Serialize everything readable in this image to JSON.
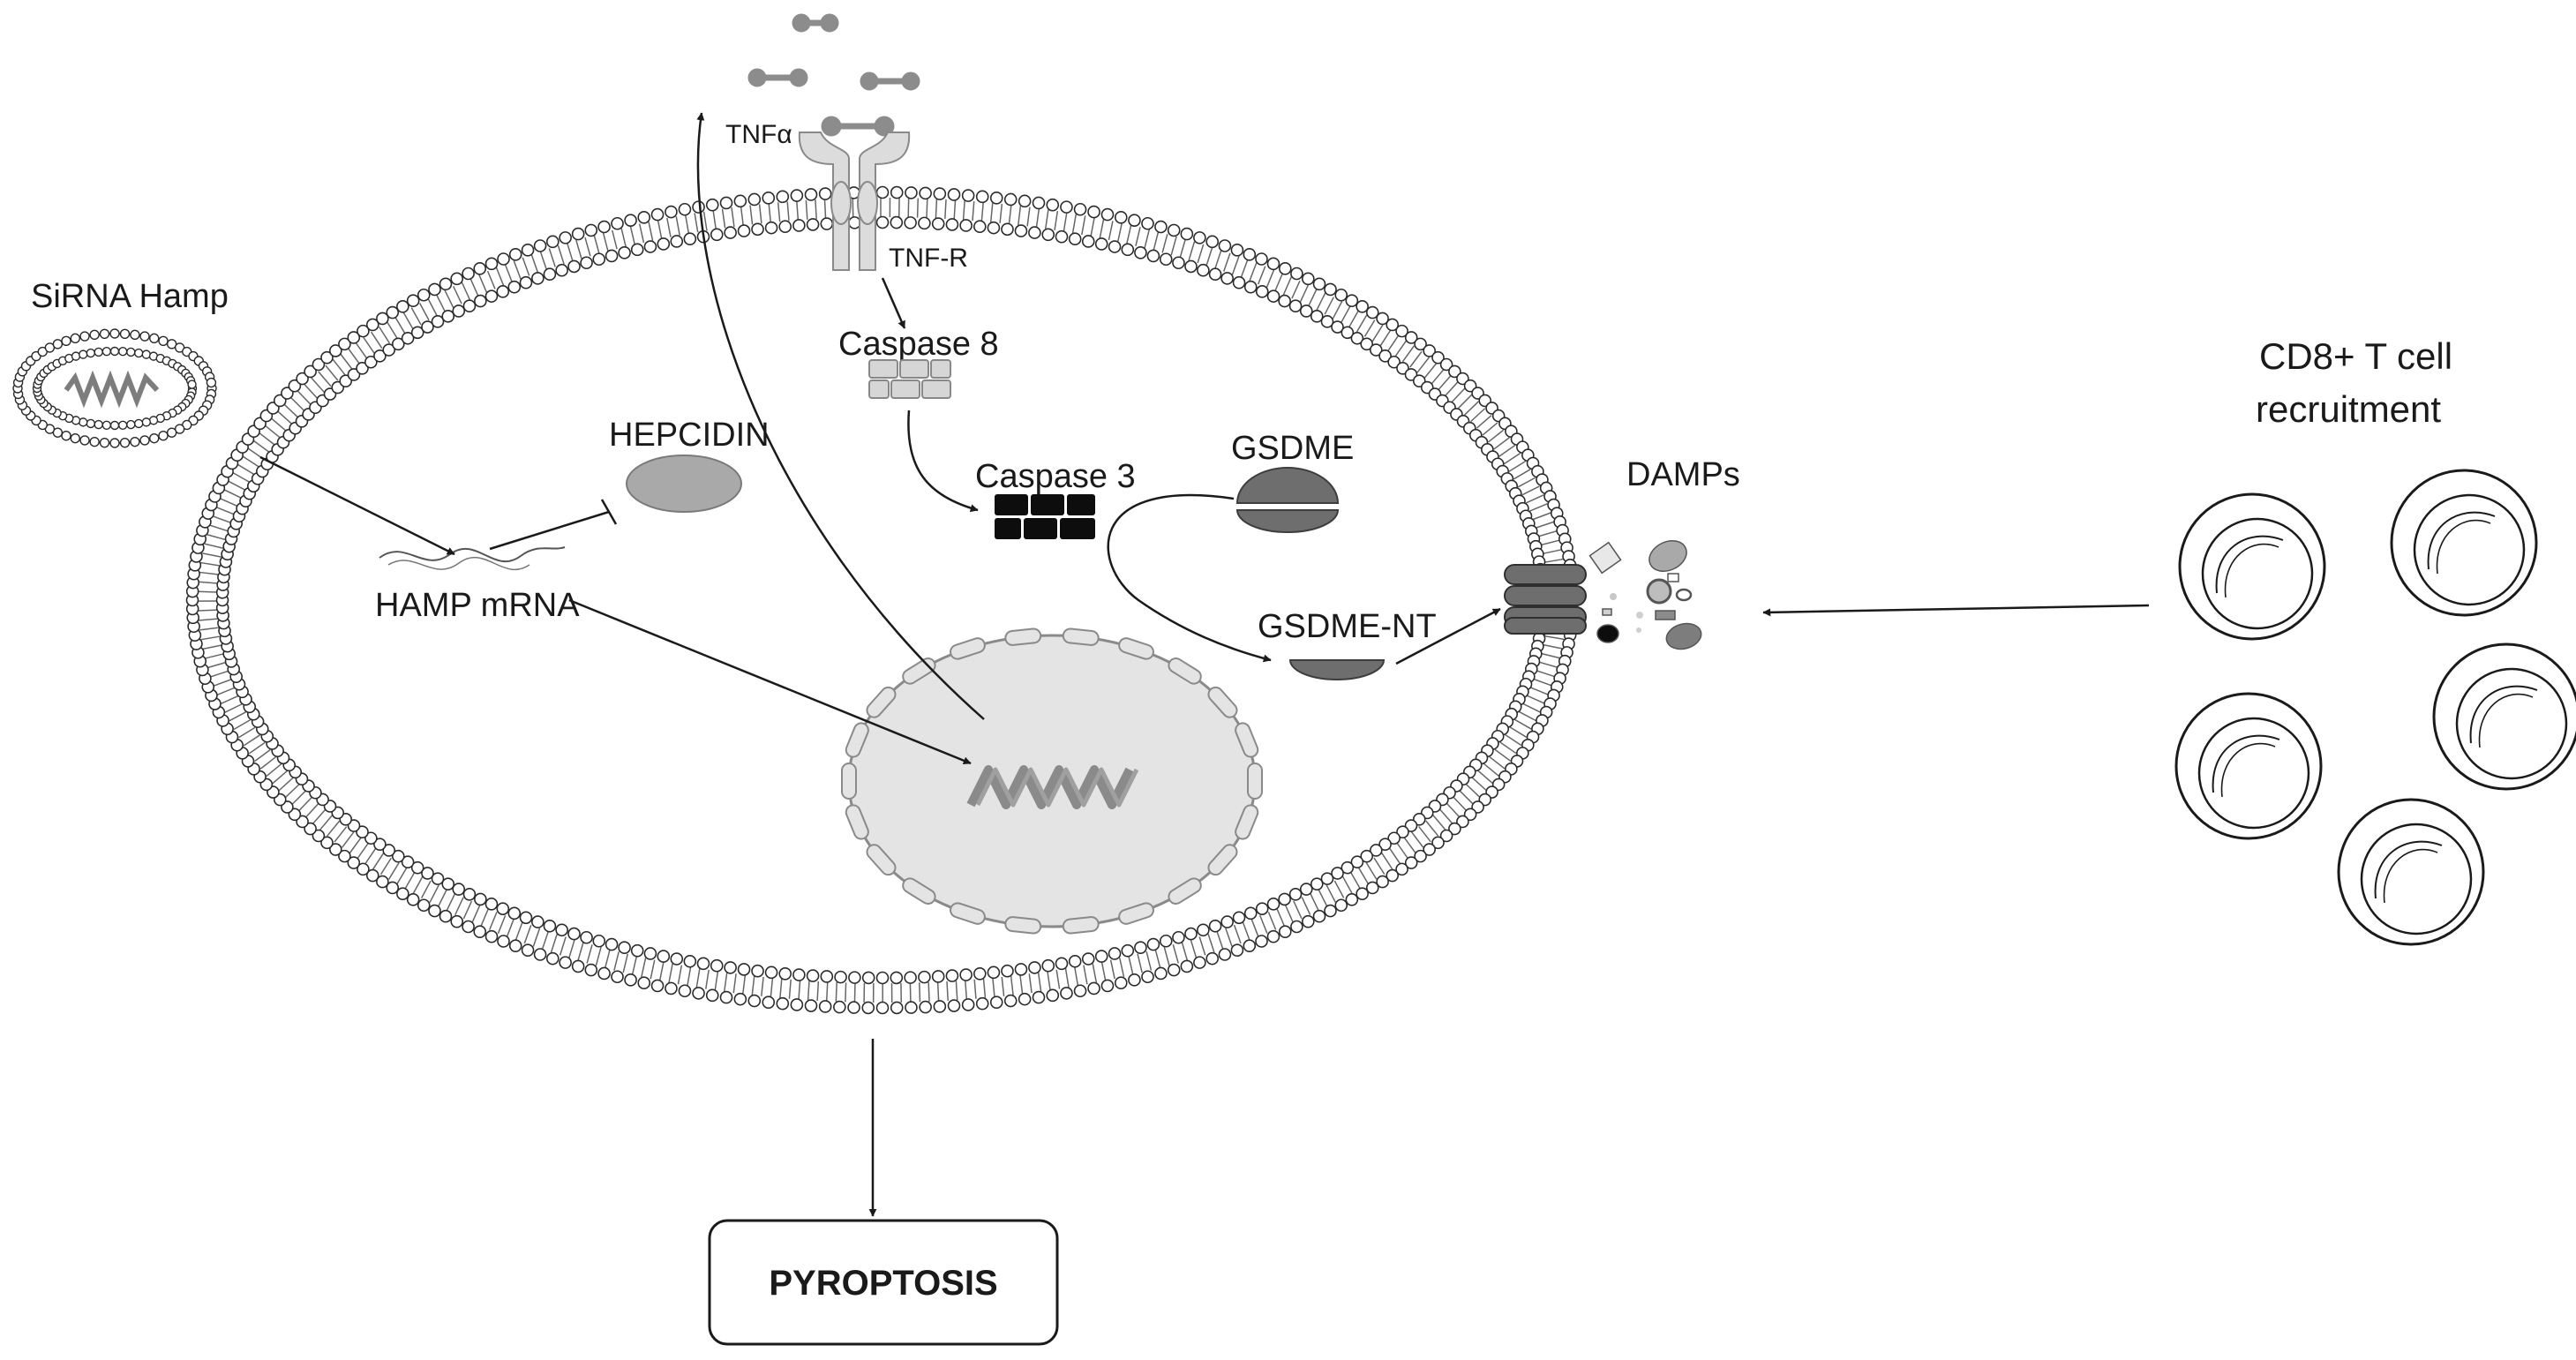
{
  "labels": {
    "sirna": "SiRNA Hamp",
    "tnfa": "TNFα",
    "tnfr": "TNF-R",
    "caspase8": "Caspase 8",
    "hepcidin": "HEPCIDIN",
    "caspase3": "Caspase 3",
    "gsdme": "GSDME",
    "hamp_mrna": "HAMP mRNA",
    "gsdme_nt": "GSDME-NT",
    "damps": "DAMPs",
    "tcell_line1": "CD8+ T cell",
    "tcell_line2": "recruitment",
    "pyroptosis": "PYROPTOSIS"
  },
  "colors": {
    "membrane_head": "#ffffff",
    "membrane_stroke": "#2b2b2b",
    "nucleus_fill": "#e4e4e4",
    "gray_protein": "#a9a9a9",
    "dark_protein": "#6e6e6e",
    "caspase3": "#0d0d0d",
    "caspase8": "#d6d6d6",
    "receptor": "#dcdcdc"
  }
}
